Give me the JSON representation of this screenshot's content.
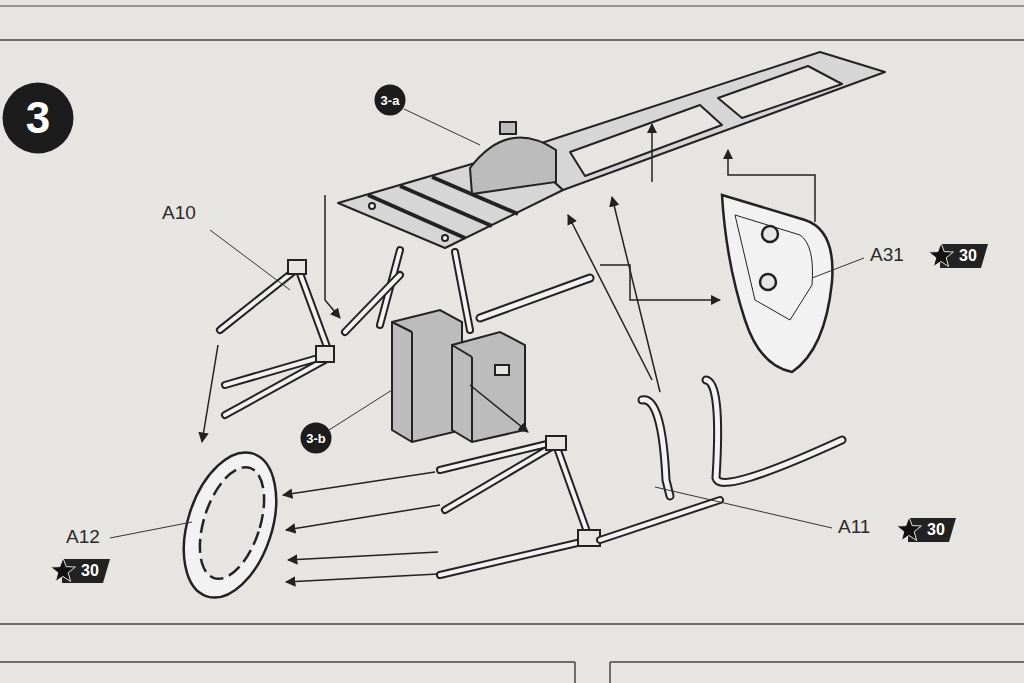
{
  "diagram": {
    "nodes": [
      {
        "text": [
          "3"
        ]
      },
      {
        "text": [
          "3-a"
        ]
      },
      {
        "text": [
          "30"
        ]
      },
      {
        "text": [
          "3-b"
        ]
      },
      {
        "text": [
          "30"
        ]
      },
      {
        "text": [
          "30"
        ]
      }
    ],
    "labels": [
      "A10",
      "A31",
      "A11",
      "A12"
    ]
  }
}
